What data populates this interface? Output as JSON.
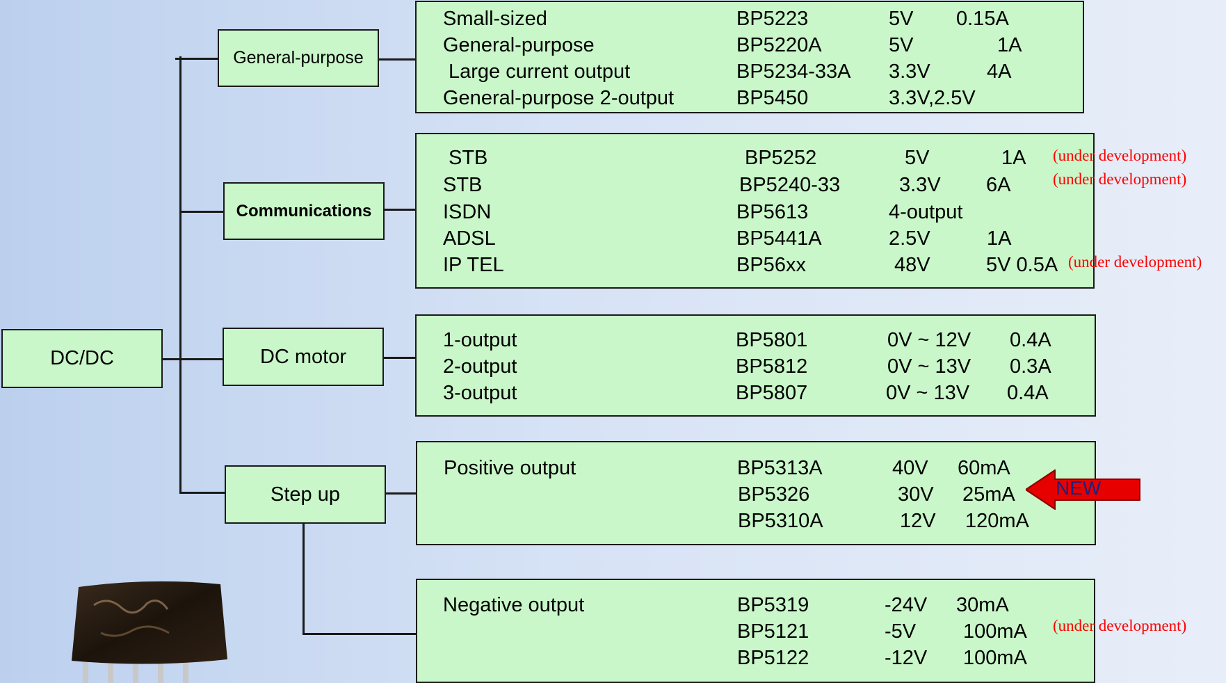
{
  "root": {
    "label": "DC/DC"
  },
  "colors": {
    "box_fill": "#c9f7c9",
    "note_red": "#ff0000",
    "arrow_red": "#e60000"
  },
  "categories": [
    {
      "label": "General-purpose",
      "rows": [
        {
          "name": "Small-sized",
          "part": "BP5223",
          "v": "5V",
          "a": "0.15A"
        },
        {
          "name": "General-purpose",
          "part": "BP5220A",
          "v": "5V",
          "a": "1A"
        },
        {
          "name": "Large current output",
          "part": "BP5234-33A",
          "v": "3.3V",
          "a": "4A"
        },
        {
          "name": "General-purpose 2-output",
          "part": "BP5450",
          "v": "3.3V,2.5V",
          "a": ""
        }
      ]
    },
    {
      "label": "Communications",
      "rows": [
        {
          "name": "STB",
          "part": "BP5252",
          "v": "5V",
          "a": "1A",
          "note": "(under development)"
        },
        {
          "name": "STB",
          "part": "BP5240-33",
          "v": "3.3V",
          "a": "6A",
          "note": "(under development)"
        },
        {
          "name": "ISDN",
          "part": "BP5613",
          "v": "4-output",
          "a": ""
        },
        {
          "name": "ADSL",
          "part": "BP5441A",
          "v": "2.5V",
          "a": "1A"
        },
        {
          "name": "IP TEL",
          "part": "BP56xx",
          "v": "48V",
          "a": "5V 0.5A",
          "note": "(under development)"
        }
      ]
    },
    {
      "label": "DC motor",
      "rows": [
        {
          "name": "1-output",
          "part": "BP5801",
          "v": "0V ~ 12V",
          "a": "0.4A"
        },
        {
          "name": "2-output",
          "part": "BP5812",
          "v": "0V ~ 13V",
          "a": "0.3A"
        },
        {
          "name": "3-output",
          "part": "BP5807",
          "v": "0V ~ 13V",
          "a": "0.4A"
        }
      ]
    },
    {
      "label": "Step up",
      "groups": [
        {
          "name": "Positive output",
          "rows": [
            {
              "part": "BP5313A",
              "v": "40V",
              "a": "60mA"
            },
            {
              "part": "BP5326",
              "v": "30V",
              "a": "25mA",
              "badge": "NEW"
            },
            {
              "part": "BP5310A",
              "v": "12V",
              "a": "120mA"
            }
          ]
        },
        {
          "name": "Negative output",
          "rows": [
            {
              "part": "BP5319",
              "v": "-24V",
              "a": "30mA"
            },
            {
              "part": "BP5121",
              "v": "-5V",
              "a": "100mA",
              "note": "(under development)"
            },
            {
              "part": "BP5122",
              "v": "-12V",
              "a": "100mA"
            }
          ]
        }
      ]
    }
  ]
}
